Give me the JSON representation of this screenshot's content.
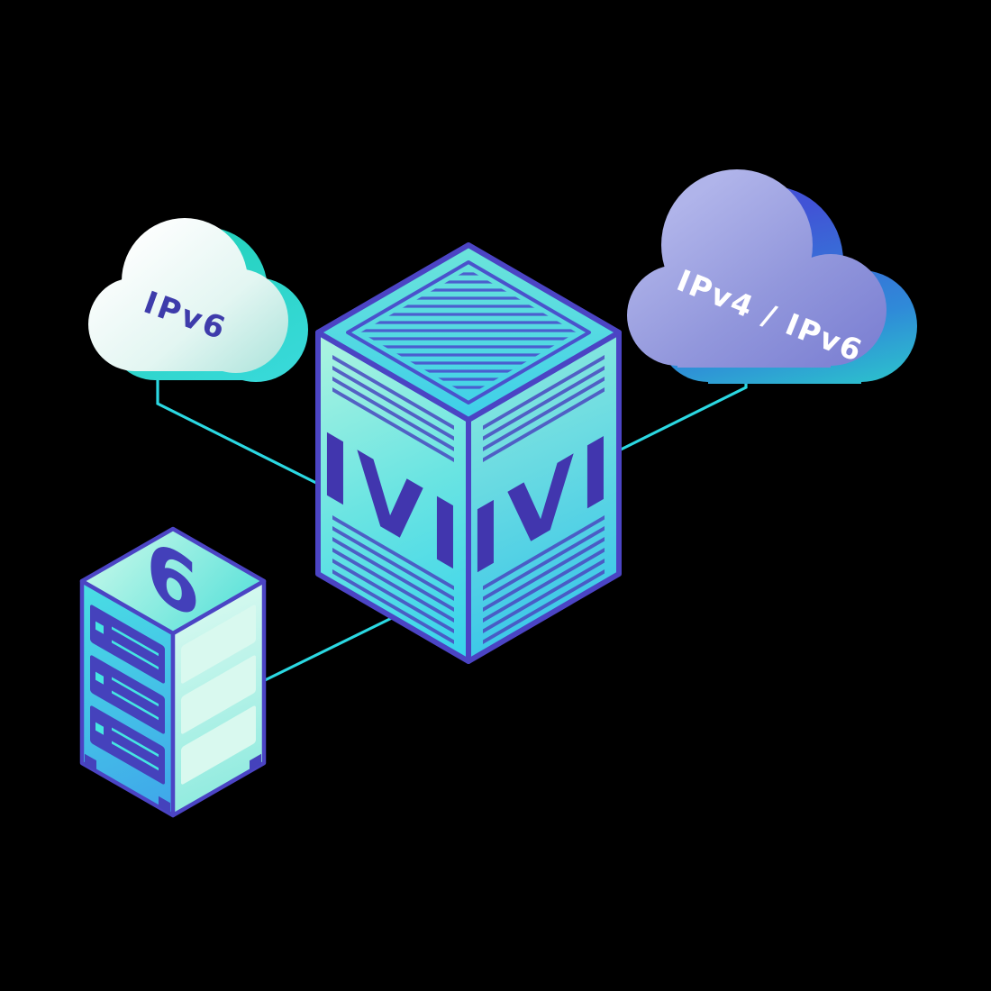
{
  "scene": {
    "background": "#000000",
    "description": "Isometric network illustration: IPv6 cloud and IPv4/IPv6 cloud connected to central IVI translation gateway box, with an IPv6 server rack"
  },
  "colors": {
    "accent_cyan": "#2bd8e2",
    "edge_indigo": "#4b44c4",
    "label_indigo": "#4136ae",
    "bay_indigo": "#4542bc",
    "teal_back_cloud": "#2ad6c4",
    "blue_back_cloud": "#4153d6",
    "lavender_cloud": "#9a9fe0",
    "white_cloud": "#ffffff",
    "face_teal_light": "#a5f2de",
    "face_cyan": "#36d2ec"
  },
  "nodes": {
    "ipv6_cloud": {
      "label": "IPv6"
    },
    "dual_stack_cloud": {
      "label": "IPv4 / IPv6"
    },
    "ivi_gateway": {
      "left_face_label": "IVI",
      "right_face_label": "IVI"
    },
    "ipv6_rack": {
      "top_label": "6"
    }
  },
  "connections": [
    {
      "from": "ipv6_cloud",
      "to": "ivi_gateway"
    },
    {
      "from": "dual_stack_cloud",
      "to": "ivi_gateway"
    },
    {
      "from": "ipv6_rack",
      "to": "ivi_gateway"
    }
  ]
}
